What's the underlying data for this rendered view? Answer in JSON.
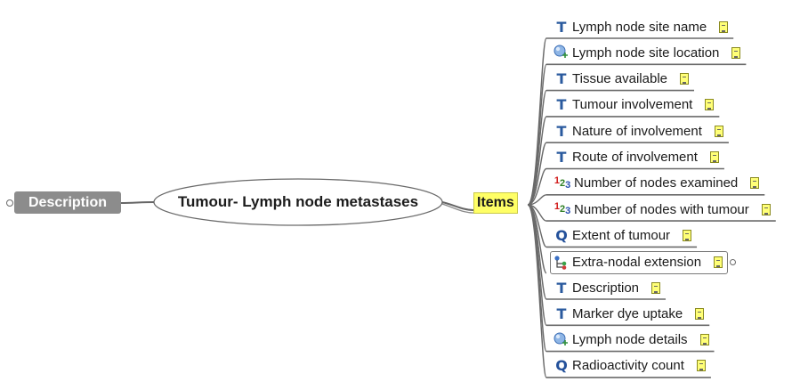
{
  "diagram": {
    "left_node": {
      "label": "Description"
    },
    "central_node": {
      "label": "Tumour- Lymph node metastases"
    },
    "hub_node": {
      "label": "Items"
    },
    "children": [
      {
        "label": "Lymph node site name",
        "icon": "text-type-icon",
        "note": true
      },
      {
        "label": "Lymph node site location",
        "icon": "linked-template-icon",
        "note": true
      },
      {
        "label": "Tissue available",
        "icon": "text-type-icon",
        "note": true
      },
      {
        "label": "Tumour involvement",
        "icon": "text-type-icon",
        "note": true
      },
      {
        "label": "Nature of involvement",
        "icon": "text-type-icon",
        "note": true
      },
      {
        "label": "Route of involvement",
        "icon": "text-type-icon",
        "note": true
      },
      {
        "label": "Number of nodes examined",
        "icon": "count-type-icon",
        "note": true
      },
      {
        "label": "Number of nodes with tumour",
        "icon": "count-type-icon",
        "note": true
      },
      {
        "label": "Extent of tumour",
        "icon": "quantity-type-icon",
        "note": true
      },
      {
        "label": "Extra-nodal extension",
        "icon": "cluster-type-icon",
        "note": true,
        "boxed": true
      },
      {
        "label": "Description",
        "icon": "text-type-icon",
        "note": true
      },
      {
        "label": "Marker dye uptake",
        "icon": "text-type-icon",
        "note": true
      },
      {
        "label": "Lymph node details",
        "icon": "linked-template-icon",
        "note": true
      },
      {
        "label": "Radioactivity count",
        "icon": "quantity-type-icon",
        "note": true
      }
    ]
  },
  "colors": {
    "hub_fill": "#ffff66",
    "left_node_fill": "#8c8c8c",
    "text_icon": "#2a5a9e",
    "note_fill": "#ffff77",
    "link_line": "#555555"
  }
}
